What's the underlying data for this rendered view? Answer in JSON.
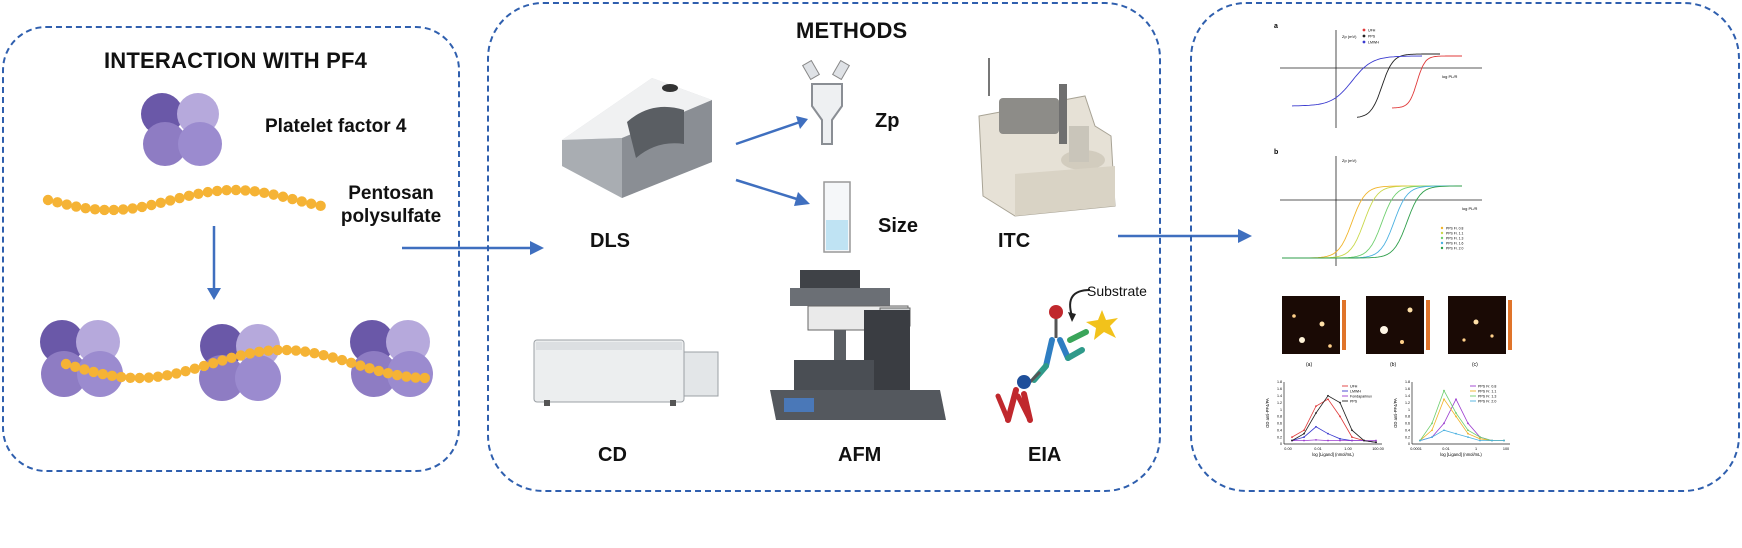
{
  "left_panel": {
    "title": "INTERACTION WITH PF4",
    "pf4_label": "Platelet factor 4",
    "pps_label_line1": "Pentosan",
    "pps_label_line2": "polysulfate"
  },
  "methods_panel": {
    "title": "METHODS",
    "dls": "DLS",
    "zp": "Zp",
    "size": "Size",
    "itc": "ITC",
    "cd": "CD",
    "afm": "AFM",
    "eia": "EIA",
    "substrate": "Substrate"
  },
  "results_panel": {
    "plot_a_tag": "a",
    "plot_b_tag": "b",
    "plot_x_label": "log PL/R",
    "plot_y_label": "Zp (mV)",
    "plot_a_legend": [
      "UFH",
      "PPS",
      "LMWH"
    ],
    "plot_b_legend": [
      "PPS Fr. 0.8",
      "PPS Fr. 1.1",
      "PPS Fr. 1.3",
      "PPS Fr. 1.6",
      "PPS Fr. 2.0"
    ],
    "afm_tags": [
      "(a)",
      "(b)",
      "(c)"
    ],
    "eia_left": {
      "ylabel": "OD anti-PF4/PA",
      "xlabel": "log [Ligand] (nmol/mL)",
      "legend": [
        "UFH",
        "LMWH",
        "Fondaparinux",
        "PPS"
      ],
      "xticks": [
        "0.00",
        "0.01",
        "1.00",
        "100.00"
      ],
      "yticks": [
        "0",
        "0.2",
        "0.4",
        "0.6",
        "0.8",
        "1",
        "1.2",
        "1.4",
        "1.6",
        "1.8"
      ]
    },
    "eia_right": {
      "ylabel": "OD anti-PF4/PA",
      "xlabel": "log [Ligand] (nmol/mL)",
      "legend": [
        "PPS Fr. 0.8",
        "PPS Fr. 1.1",
        "PPS Fr. 1.3",
        "PPS Fr. 2.0"
      ],
      "xticks": [
        "0.0001",
        "0.01",
        "1",
        "100"
      ],
      "yticks": [
        "0",
        "0.2",
        "0.4",
        "0.6",
        "0.8",
        "1",
        "1.2",
        "1.4",
        "1.6",
        "1.8"
      ]
    }
  },
  "colors": {
    "border": "#2f5fae",
    "arrow": "#3f6fbf",
    "pf4_dark": "#6a58a8",
    "pf4_mid": "#8e7cc3",
    "pf4_light": "#b6a9dc",
    "pps_bead": "#f5b335",
    "ufh": "#e03a3a",
    "lmwh": "#3a3acf",
    "fonda": "#9b3ccf",
    "pps": "#222222"
  }
}
